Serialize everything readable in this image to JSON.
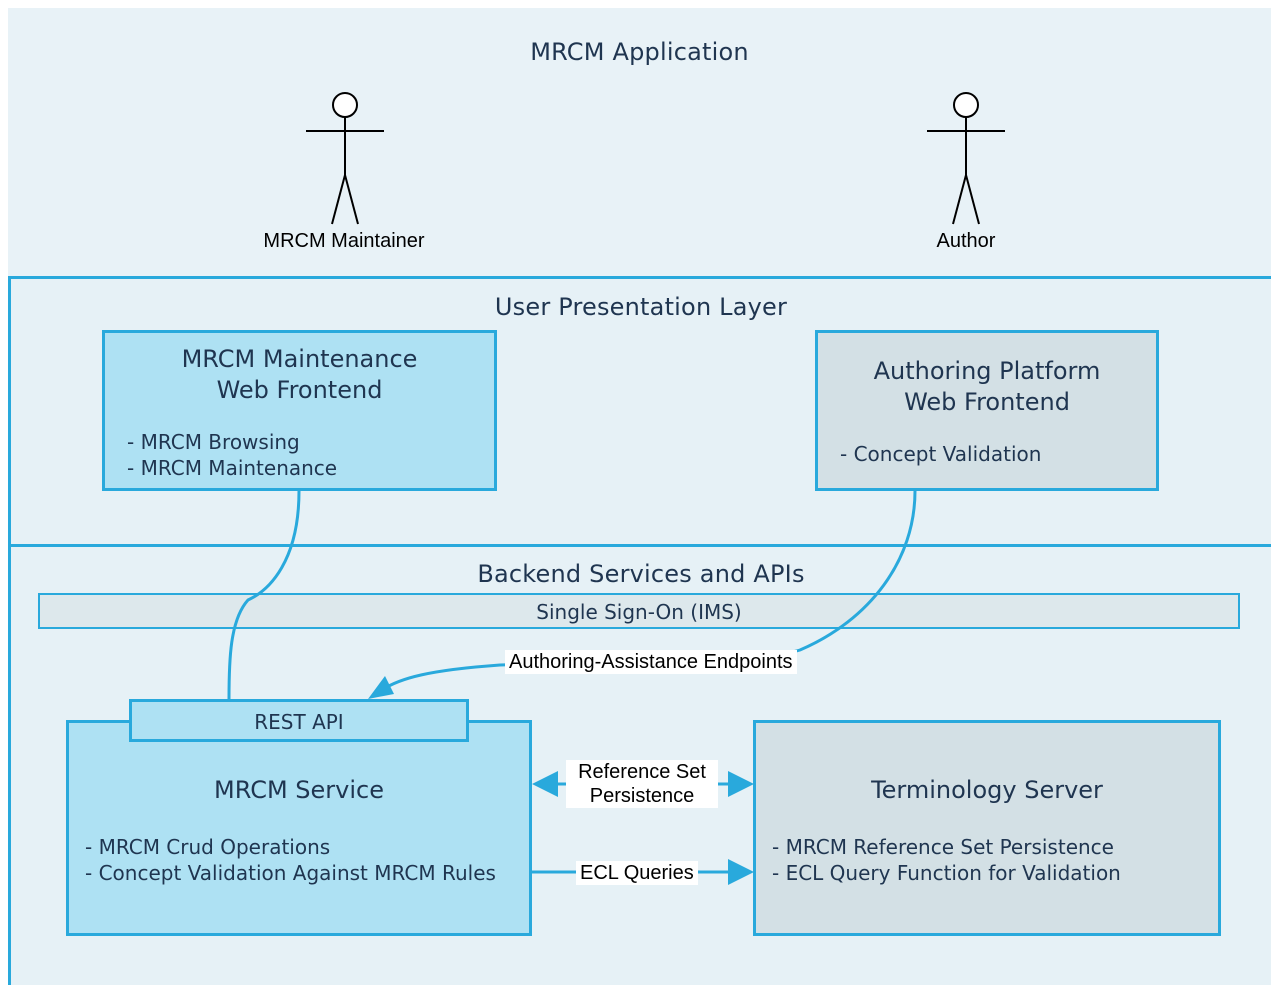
{
  "layers": {
    "application": {
      "title": "MRCM Application"
    },
    "presentation": {
      "title": "User Presentation Layer"
    },
    "backend": {
      "title": "Backend Services and APIs"
    }
  },
  "actors": [
    {
      "label": "MRCM Maintainer",
      "icon": "stick-figure-icon"
    },
    {
      "label": "Author",
      "icon": "stick-figure-icon"
    }
  ],
  "frontends": {
    "mrcm": {
      "title": "MRCM Maintenance\nWeb Frontend",
      "bullets": [
        "- MRCM Browsing",
        "- MRCM Maintenance"
      ]
    },
    "authoring": {
      "title": "Authoring Platform\nWeb Frontend",
      "bullets": [
        "- Concept Validation"
      ]
    }
  },
  "sso": {
    "label": "Single Sign-On (IMS)"
  },
  "rest_api": {
    "label": "REST API"
  },
  "services": {
    "mrcm": {
      "title": "MRCM Service",
      "bullets": [
        "- MRCM Crud Operations",
        "- Concept Validation Against MRCM Rules"
      ]
    },
    "terminology": {
      "title": "Terminology Server",
      "bullets": [
        "- MRCM Reference Set Persistence",
        "- ECL Query Function for Validation"
      ]
    }
  },
  "edges": {
    "authoring_assistance": "Authoring-Assistance Endpoints",
    "reference_set": "Reference Set\nPersistence",
    "ecl_queries": "ECL Queries"
  },
  "colors": {
    "accent": "#29a9dc",
    "blue_box": "#aee1f3",
    "grey_box": "#d3e0e5",
    "text": "#1f3550"
  }
}
